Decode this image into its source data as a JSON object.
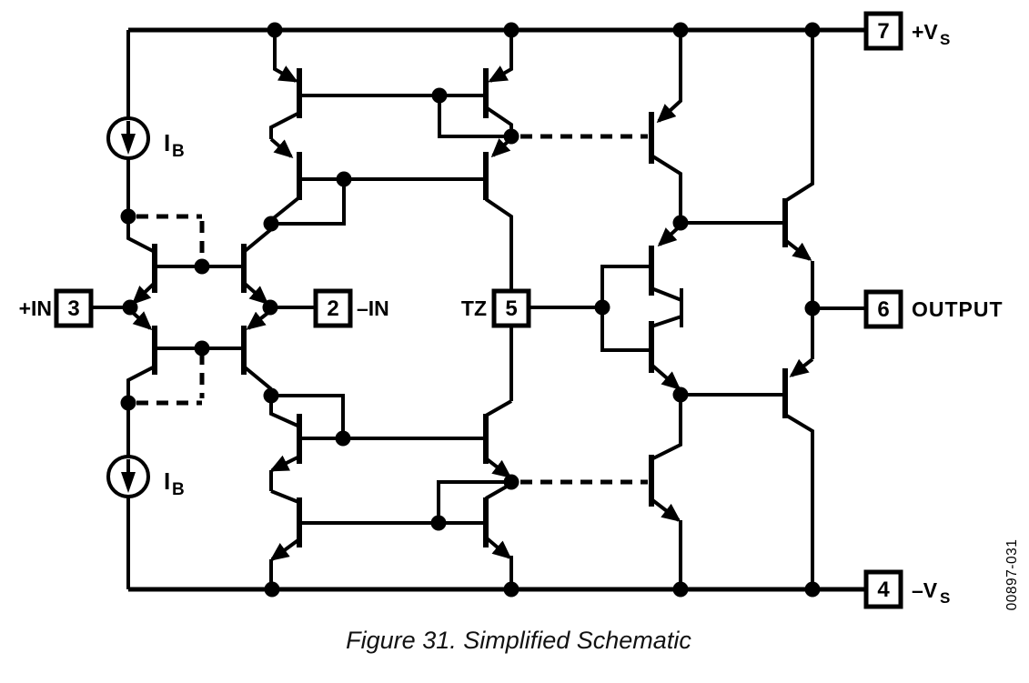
{
  "figure": {
    "caption": "Figure 31. Simplified Schematic",
    "watermark": "00897-031"
  },
  "pins": {
    "p3": {
      "number": "3",
      "label": "+IN"
    },
    "p2": {
      "number": "2",
      "label": "–IN"
    },
    "p5": {
      "number": "5",
      "label": "TZ"
    },
    "p6": {
      "number": "6",
      "label": "OUTPUT"
    },
    "p7": {
      "number": "7",
      "label_main": "+V",
      "label_sub": "S"
    },
    "p4": {
      "number": "4",
      "label_main": "–V",
      "label_sub": "S"
    }
  },
  "current_source": {
    "label_main": "I",
    "label_sub": "B"
  },
  "colors": {
    "ink": "#000000",
    "background": "#ffffff"
  }
}
